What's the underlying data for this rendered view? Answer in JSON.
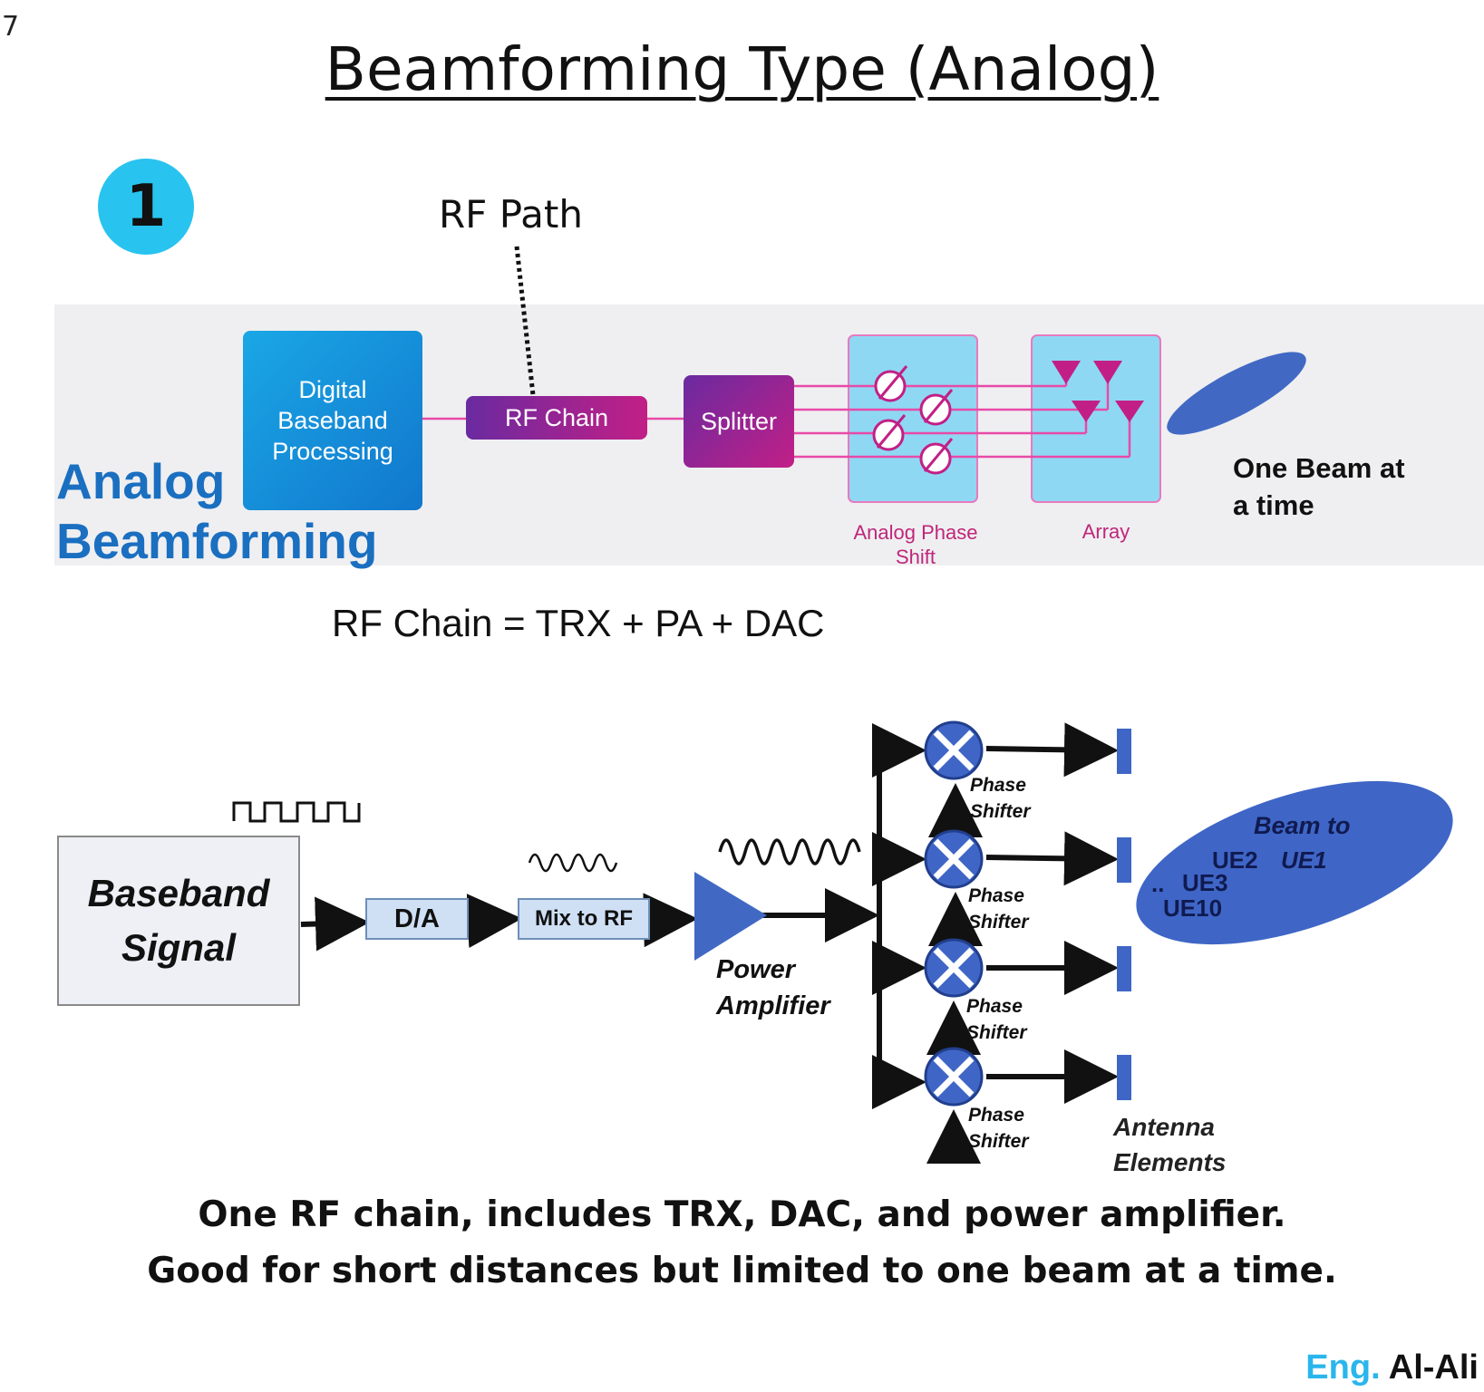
{
  "page": {
    "number": "7",
    "title": "Beamforming Type (Analog)",
    "step": "1"
  },
  "top_diagram": {
    "rf_path_label": "RF Path",
    "section_label_line1": "Analog",
    "section_label_line2": "Beamforming",
    "blocks": {
      "digital_baseband": [
        "Digital",
        "Baseband",
        "Processing"
      ],
      "rf_chain": "RF Chain",
      "splitter": "Splitter"
    },
    "captions": {
      "analog_phase_shift": [
        "Analog Phase",
        "Shift"
      ],
      "array": "Array"
    },
    "beam_text": [
      "One Beam at",
      "a time"
    ],
    "colors": {
      "panel": "#efeff1",
      "baseband_blue": "#1a8fdc",
      "rf_purple": "#6a2aa0",
      "magenta": "#c21f86",
      "light_blue": "#8fd8f3",
      "beam": "#4169c4",
      "label_blue": "#1a6fc0"
    }
  },
  "equation": "RF Chain = TRX + PA + DAC",
  "bottom_diagram": {
    "baseband": [
      "Baseband",
      "Signal"
    ],
    "da": "D/A",
    "mix": "Mix to RF",
    "power_amplifier": [
      "Power",
      "Amplifier"
    ],
    "phase_shifter": [
      "Phase",
      "Shifter"
    ],
    "antenna_elements": [
      "Antenna",
      "Elements"
    ],
    "beam": {
      "title": "Beam to",
      "ues": [
        "UE1",
        "UE2",
        "UE3",
        "..",
        "UE10"
      ]
    },
    "icons": [
      "square-wave-icon",
      "sine-wave-icon",
      "amplifier-triangle-icon",
      "multiplier-icon",
      "antenna-element-icon"
    ]
  },
  "captions": [
    "One RF chain, includes TRX, DAC, and power amplifier.",
    "Good for short distances but limited to one beam at a time."
  ],
  "signature": {
    "prefix": "Eng.",
    "name": "Al-Ali"
  }
}
